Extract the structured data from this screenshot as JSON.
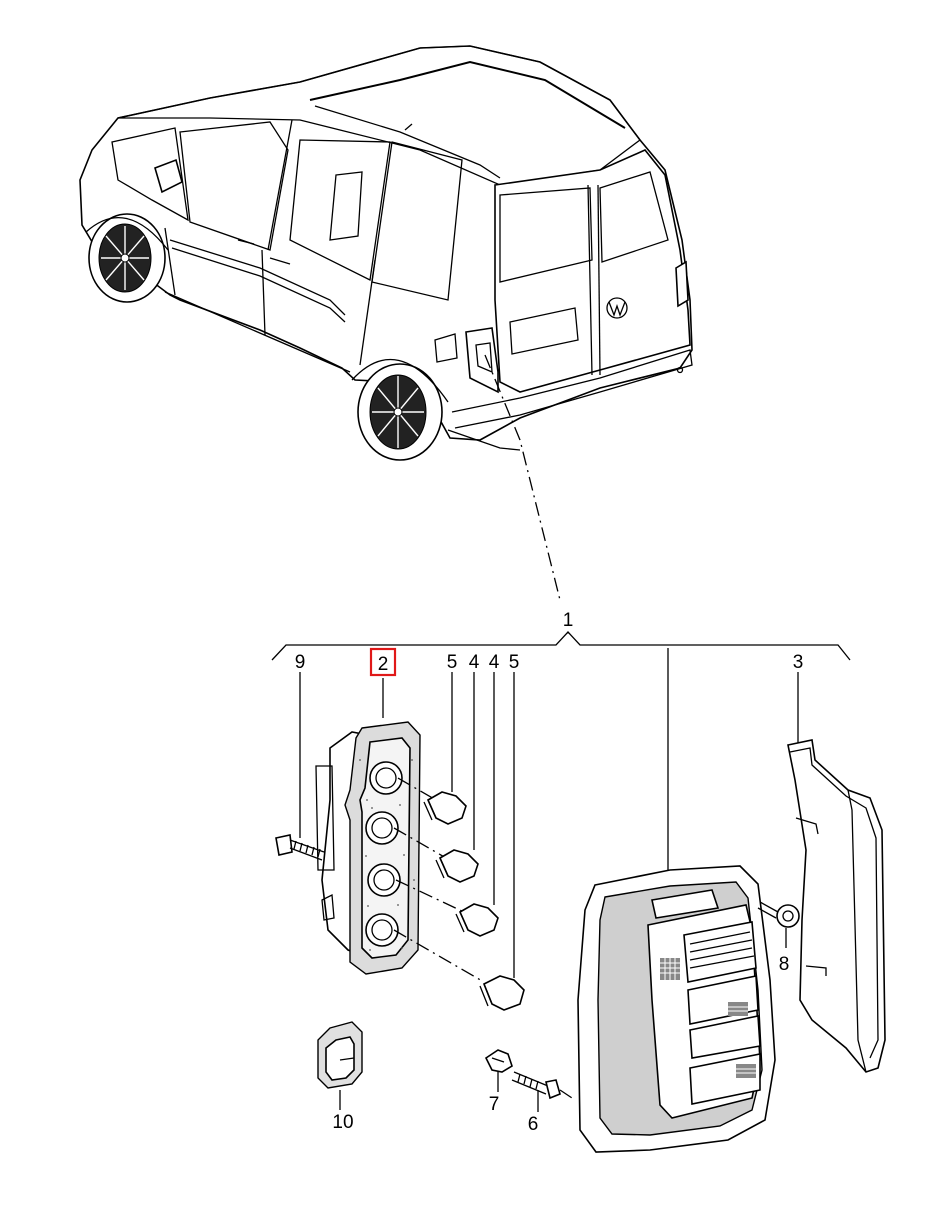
{
  "callouts": [
    {
      "id": "c1",
      "text": "1"
    },
    {
      "id": "c2",
      "text": "2",
      "highlighted": true
    },
    {
      "id": "c3",
      "text": "3"
    },
    {
      "id": "c4a",
      "text": "4"
    },
    {
      "id": "c4b",
      "text": "4"
    },
    {
      "id": "c5a",
      "text": "5"
    },
    {
      "id": "c5b",
      "text": "5"
    },
    {
      "id": "c6",
      "text": "6"
    },
    {
      "id": "c7",
      "text": "7"
    },
    {
      "id": "c8",
      "text": "8"
    },
    {
      "id": "c9",
      "text": "9"
    },
    {
      "id": "c10",
      "text": "10"
    }
  ],
  "colors": {
    "line": "#000000",
    "highlight": "#e01818",
    "background": "#ffffff"
  }
}
